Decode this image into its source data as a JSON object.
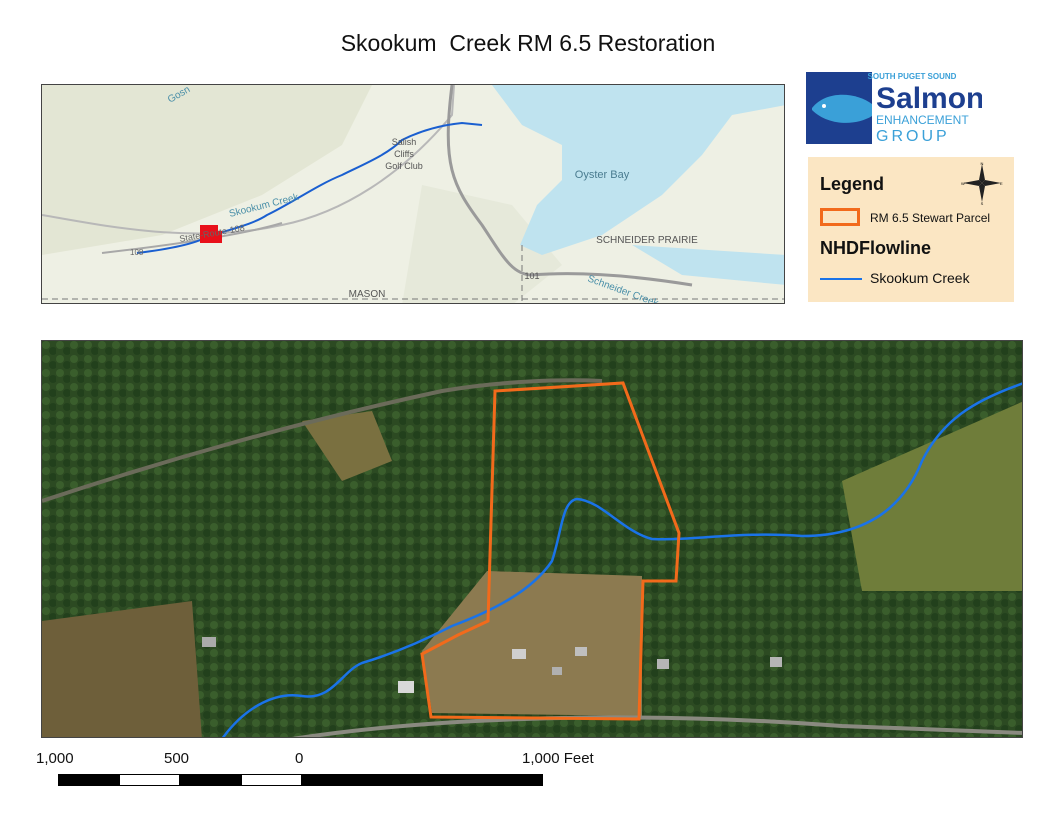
{
  "title": "Skookum  Creek RM 6.5 Restoration",
  "overview_map": {
    "labels": {
      "golf": [
        "Salish",
        "Cliffs",
        "Golf Club"
      ],
      "oyster_bay": "Oyster Bay",
      "schneider_prairie": "SCHNEIDER PRAIRIE",
      "skookum_creek": "Skookum Creek",
      "route": "State-Route-108",
      "route_shield": "108",
      "mason": "MASON",
      "highway_101": "101",
      "schneider_creek": "Schneider Creek",
      "gosn": "Gosn"
    },
    "colors": {
      "water": "#bfe3ef",
      "land": "#eef0e4",
      "creek": "#1a5fd0",
      "road": "#9a9a9a",
      "site": "#e8101a"
    }
  },
  "logo": {
    "top_text": "SOUTH PUGET SOUND",
    "main_text": "Salmon",
    "sub_text": "ENHANCEMENT",
    "bottom_text": "GROUP",
    "colors": {
      "blue": "#1d3f8f",
      "light": "#3aa0d8"
    }
  },
  "legend": {
    "title": "Legend",
    "parcel_label": "RM 6.5 Stewart Parcel",
    "flowline_title": "NHDFlowline",
    "creek_label": "Skookum Creek",
    "compass_letters": {
      "n": "N",
      "s": "S",
      "e": "E",
      "w": "W"
    },
    "colors": {
      "parcel": "#f26a1b",
      "creek": "#1a73e8",
      "background": "#fbe6c3"
    }
  },
  "detail_map": {
    "colors": {
      "forest": "#2c4a22",
      "field": "#8c7a50",
      "parcel": "#f26a1b",
      "creek": "#1a73e8"
    }
  },
  "scale_bar": {
    "labels": [
      "1,000",
      "500",
      "0",
      "1,000 Feet"
    ]
  }
}
